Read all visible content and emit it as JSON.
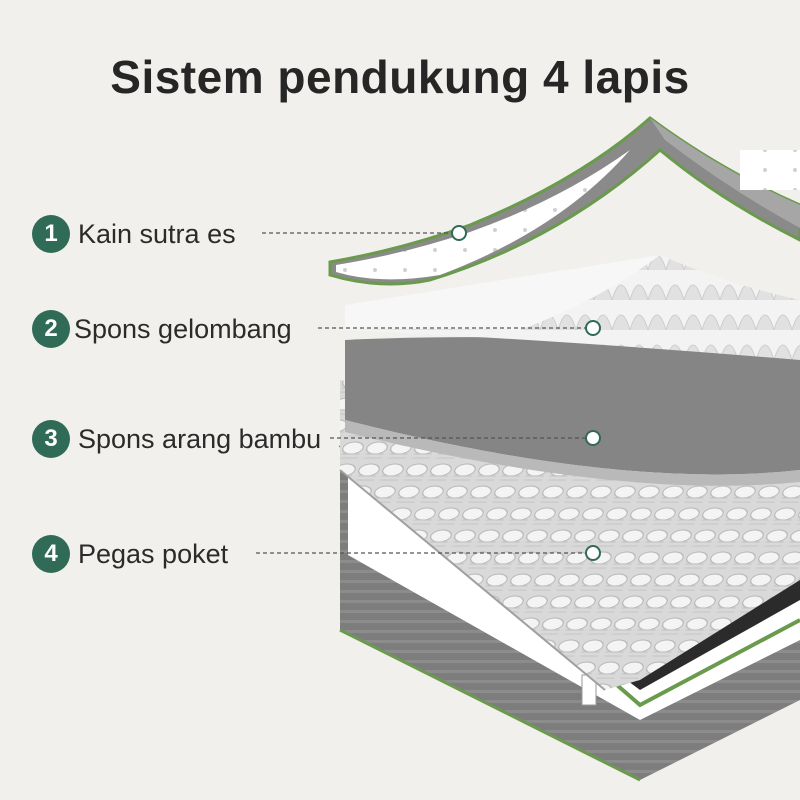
{
  "title": "Sistem pendukung 4 lapis",
  "accent_color": "#2f6b56",
  "layers": [
    {
      "number": "1",
      "label": "Kain sutra es"
    },
    {
      "number": "2",
      "label": "Spons gelombang"
    },
    {
      "number": "3",
      "label": "Spons arang bambu"
    },
    {
      "number": "4",
      "label": "Pegas poket"
    }
  ]
}
